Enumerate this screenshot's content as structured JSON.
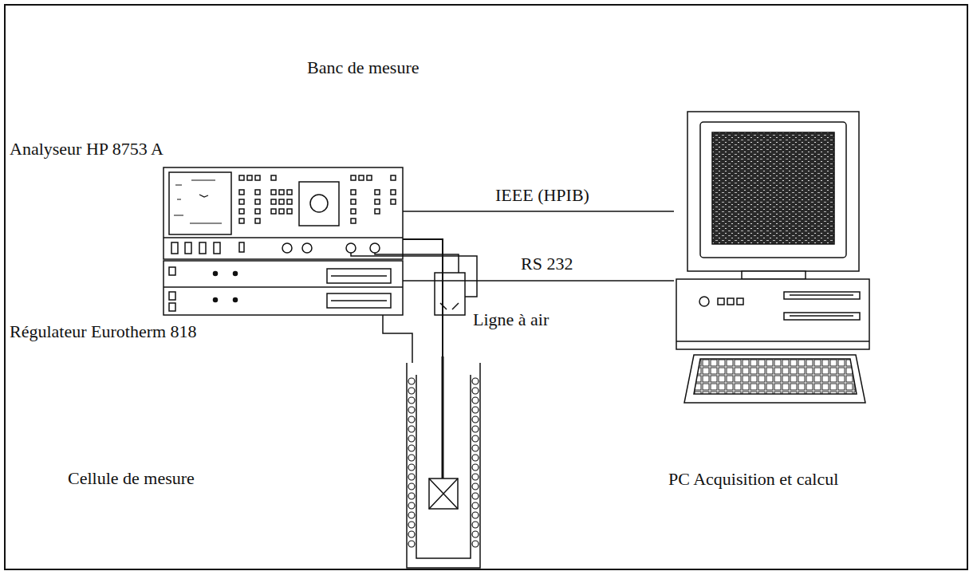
{
  "diagram": {
    "title": "Banc de mesure",
    "nodes": [
      {
        "text": [
          "Analyseur HP 8753 A"
        ]
      },
      {
        "text": [
          "Régulateur Eurotherm 818"
        ]
      },
      {
        "text": [
          "Cellule de mesure"
        ]
      },
      {
        "text": [
          "PC Acquisition et calcul"
        ]
      }
    ],
    "edges": [
      {
        "from": 0,
        "to": 3,
        "label": "IEEE (HPIB)",
        "arrow": "none"
      },
      {
        "from": 1,
        "to": 3,
        "label": "RS 232",
        "arrow": "none"
      },
      {
        "from": 0,
        "to": 2,
        "label": "Ligne à air",
        "arrow": "none"
      }
    ]
  }
}
